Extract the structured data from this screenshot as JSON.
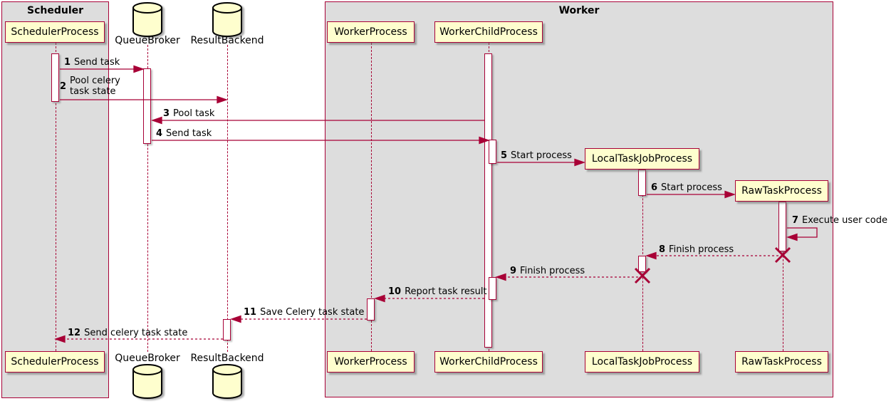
{
  "diagram_type": "sequence-diagram",
  "frames": {
    "scheduler": "Scheduler",
    "worker": "Worker"
  },
  "participants": {
    "scheduler_process": "SchedulerProcess",
    "queue_broker": "QueueBroker",
    "result_backend": "ResultBackend",
    "worker_process": "WorkerProcess",
    "worker_child_process": "WorkerChildProcess",
    "local_task_job_process": "LocalTaskJobProcess",
    "raw_task_process": "RawTaskProcess"
  },
  "messages": [
    {
      "num": "1",
      "text": "Send task",
      "from": "SchedulerProcess",
      "to": "QueueBroker",
      "style": "solid"
    },
    {
      "num": "2",
      "text": "Pool celery\ntask state",
      "from": "SchedulerProcess",
      "to": "ResultBackend",
      "style": "solid"
    },
    {
      "num": "3",
      "text": "Pool task",
      "from": "WorkerChildProcess",
      "to": "QueueBroker",
      "style": "solid"
    },
    {
      "num": "4",
      "text": "Send task",
      "from": "QueueBroker",
      "to": "WorkerChildProcess",
      "style": "solid"
    },
    {
      "num": "5",
      "text": "Start process",
      "from": "WorkerChildProcess",
      "to": "LocalTaskJobProcess",
      "style": "solid"
    },
    {
      "num": "6",
      "text": "Start process",
      "from": "LocalTaskJobProcess",
      "to": "RawTaskProcess",
      "style": "solid"
    },
    {
      "num": "7",
      "text": "Execute user code",
      "from": "RawTaskProcess",
      "to": "RawTaskProcess",
      "style": "solid-self"
    },
    {
      "num": "8",
      "text": "Finish process",
      "from": "RawTaskProcess",
      "to": "LocalTaskJobProcess",
      "style": "dashed-destroy"
    },
    {
      "num": "9",
      "text": "Finish process",
      "from": "LocalTaskJobProcess",
      "to": "WorkerChildProcess",
      "style": "dashed-destroy"
    },
    {
      "num": "10",
      "text": "Report task result",
      "from": "WorkerChildProcess",
      "to": "WorkerProcess",
      "style": "dashed"
    },
    {
      "num": "11",
      "text": "Save Celery task state",
      "from": "WorkerProcess",
      "to": "ResultBackend",
      "style": "dashed"
    },
    {
      "num": "12",
      "text": "Send celery task state",
      "from": "ResultBackend",
      "to": "SchedulerProcess",
      "style": "dashed"
    }
  ],
  "colors": {
    "frame_fill": "#DDDDDD",
    "participant_fill": "#FEFECE",
    "border_and_arrow": "#A80036",
    "cylinder_border": "#000000",
    "text": "#000000",
    "background": "#FFFFFF"
  }
}
